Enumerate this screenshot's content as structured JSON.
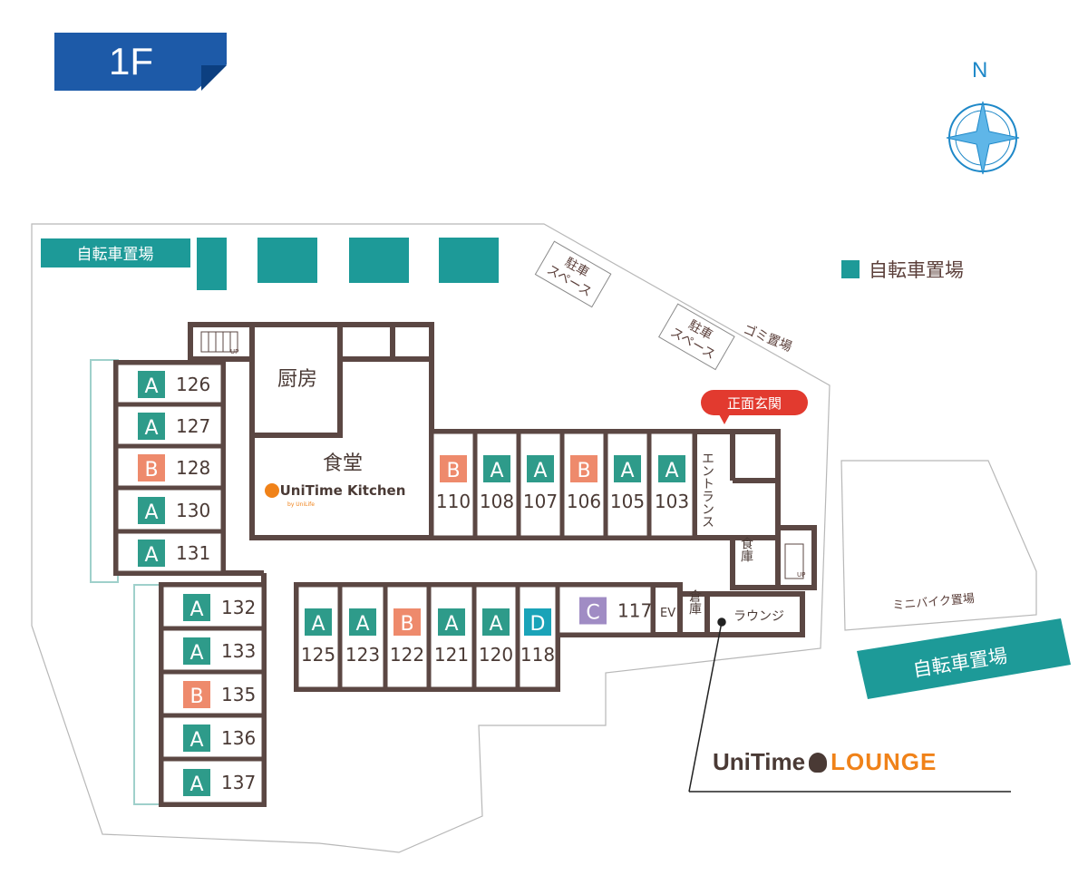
{
  "floor": "1F",
  "compass": {
    "north": "N"
  },
  "legend": {
    "bicycle_parking": "自転車置場"
  },
  "areas": {
    "bicycle_parking_nw": "自転車置場",
    "bicycle_parking_se": "自転車置場",
    "parking_space_1": [
      "駐車",
      "スペース"
    ],
    "parking_space_2": [
      "駐車",
      "スペース"
    ],
    "garbage": "ゴミ置場",
    "minibike": "ミニバイク置場"
  },
  "rooms_named": {
    "kitchen": "厨房",
    "dining": "食堂",
    "dining_logo": "UniTime Kitchen",
    "dining_logo_sub": "by UniLife",
    "entrance_badge": "正面玄関",
    "entrance": "エントランス",
    "pantry": "食庫",
    "storage": "倉庫",
    "ev": "EV",
    "lounge": "ラウンジ",
    "stair_up": "UP"
  },
  "type_colors": {
    "A": "#2e9b8a",
    "B": "#ee8a6c",
    "C": "#a08cc4",
    "D": "#1aa3b8"
  },
  "rooms": [
    {
      "no": "126",
      "type": "A"
    },
    {
      "no": "127",
      "type": "A"
    },
    {
      "no": "128",
      "type": "B"
    },
    {
      "no": "130",
      "type": "A"
    },
    {
      "no": "131",
      "type": "A"
    },
    {
      "no": "132",
      "type": "A"
    },
    {
      "no": "133",
      "type": "A"
    },
    {
      "no": "135",
      "type": "B"
    },
    {
      "no": "136",
      "type": "A"
    },
    {
      "no": "137",
      "type": "A"
    },
    {
      "no": "110",
      "type": "B"
    },
    {
      "no": "108",
      "type": "A"
    },
    {
      "no": "107",
      "type": "A"
    },
    {
      "no": "106",
      "type": "B"
    },
    {
      "no": "105",
      "type": "A"
    },
    {
      "no": "103",
      "type": "A"
    },
    {
      "no": "125",
      "type": "A"
    },
    {
      "no": "123",
      "type": "A"
    },
    {
      "no": "122",
      "type": "B"
    },
    {
      "no": "121",
      "type": "A"
    },
    {
      "no": "120",
      "type": "A"
    },
    {
      "no": "118",
      "type": "D"
    },
    {
      "no": "117",
      "type": "C"
    }
  ],
  "lounge_logo": {
    "part1": "UniTime",
    "part2": "LOUNGE"
  }
}
